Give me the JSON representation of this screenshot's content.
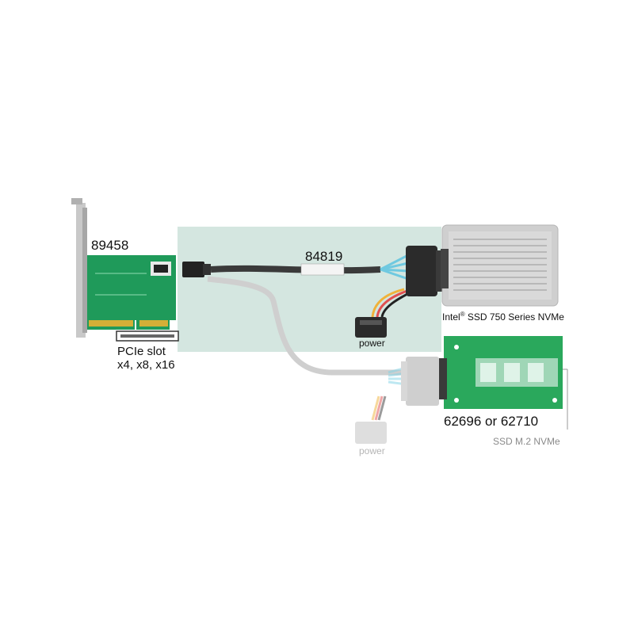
{
  "labels": {
    "adapter_card": "89458",
    "cable": "84819",
    "pcie_slot_line1": "PCIe slot",
    "pcie_slot_line2": "x4, x8, x16",
    "power": "power",
    "power_faded": "power",
    "intel_brand": "Intel",
    "intel_mark": "®",
    "intel_rest": " SSD 750 Series NVMe",
    "m2_board": "62696 or 62710",
    "m2_desc": "SSD M.2 NVMe"
  },
  "colors": {
    "overlay": "#d4e6e0",
    "pcb_green": "#1f9a5a",
    "cable_black": "#3a3a3a",
    "cable_grey": "#c9c9c9"
  }
}
